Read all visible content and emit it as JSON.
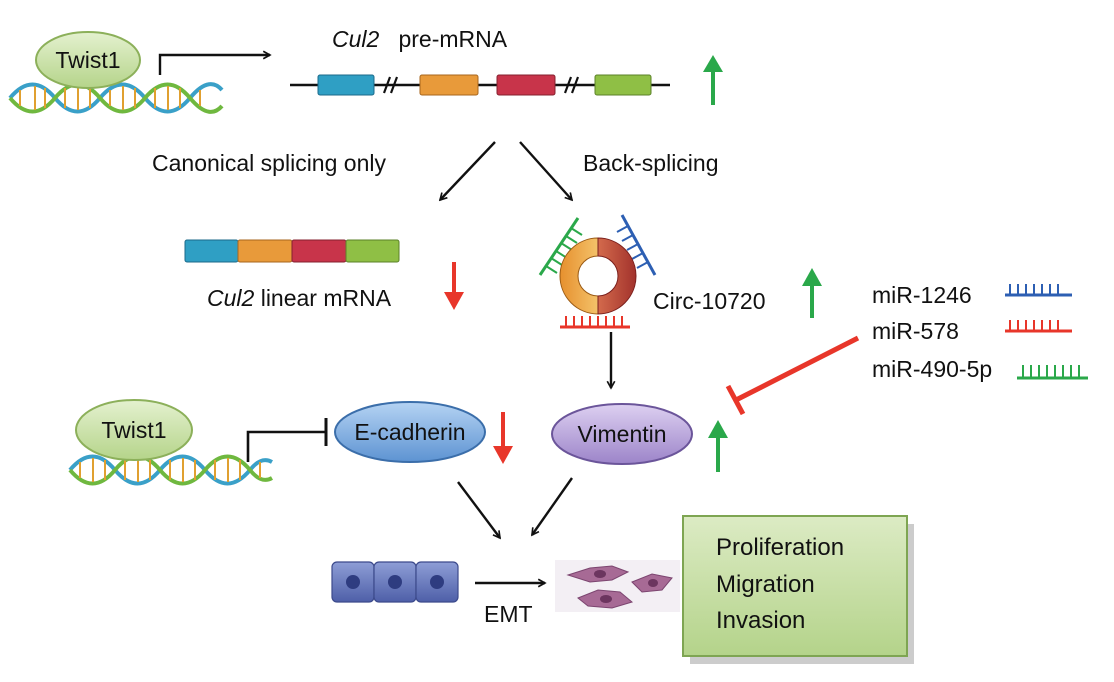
{
  "top": {
    "twist1_label": "Twist1",
    "gene_name": "Cul2",
    "pre_mrna_label": "pre-mRNA"
  },
  "splicing": {
    "canonical_label": "Canonical splicing only",
    "back_label": "Back-splicing"
  },
  "linear": {
    "gene_name": "Cul2",
    "label": "linear mRNA"
  },
  "circ": {
    "label": "Circ-10720"
  },
  "mirna": [
    {
      "label": "miR-1246",
      "color": "#2d5fb3"
    },
    {
      "label": "miR-578",
      "color": "#e8362a"
    },
    {
      "label": "miR-490-5p",
      "color": "#2aa84a"
    }
  ],
  "proteins": {
    "twist1_label": "Twist1",
    "ecadherin_label": "E-cadherin",
    "vimentin_label": "Vimentin"
  },
  "emt": {
    "label": "EMT"
  },
  "outcome": {
    "items": [
      "Proliferation",
      "Migration",
      "Invasion"
    ]
  },
  "colors": {
    "up_arrow": "#2aa84a",
    "down_arrow": "#e8362a",
    "inhibition": "#e8362a",
    "exon_blue": "#2f9fc4",
    "exon_orange": "#e89a3a",
    "exon_red": "#c8344a",
    "exon_green": "#8fbf45",
    "twist_fill": "#c9e3a2",
    "ecad_fill": "#7db0e6",
    "vim_fill": "#b9a6dc",
    "box_fill": "#c7dea2"
  }
}
